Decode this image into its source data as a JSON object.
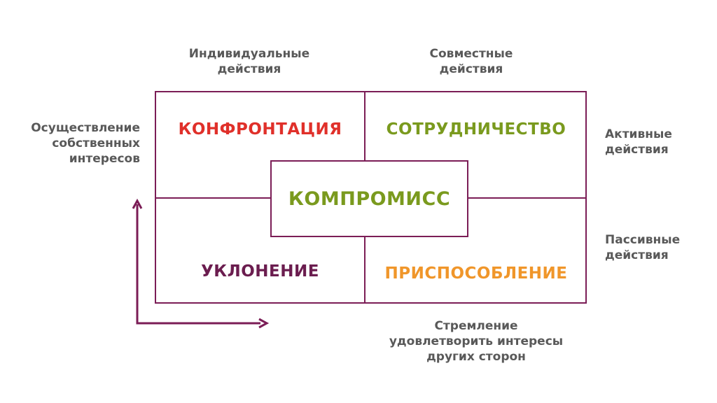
{
  "top_labels": {
    "individual": "Индивидуальные\nдействия",
    "joint": "Совместные\nдействия"
  },
  "side_labels": {
    "own_interests": "Осуществление\nсобственных\nинтересов",
    "active": "Активные\nдействия",
    "passive": "Пассивные\nдействия",
    "others_interests": "Стремление\nудовлетворить интересы\nдругих сторон"
  },
  "quadrants": {
    "confrontation": "КОНФРОНТАЦИЯ",
    "cooperation": "СОТРУДНИЧЕСТВО",
    "avoidance": "УКЛОНЕНИЕ",
    "accommodation": "ПРИСПОСОБЛЕНИЕ",
    "compromise": "КОМПРОМИСС"
  },
  "colors": {
    "border": "#7b1d56",
    "confrontation": "#e0302a",
    "cooperation": "#7a9a1e",
    "avoidance": "#6b1d4f",
    "accommodation": "#f0962a",
    "compromise": "#7a9a1e",
    "label_text": "#595959"
  }
}
